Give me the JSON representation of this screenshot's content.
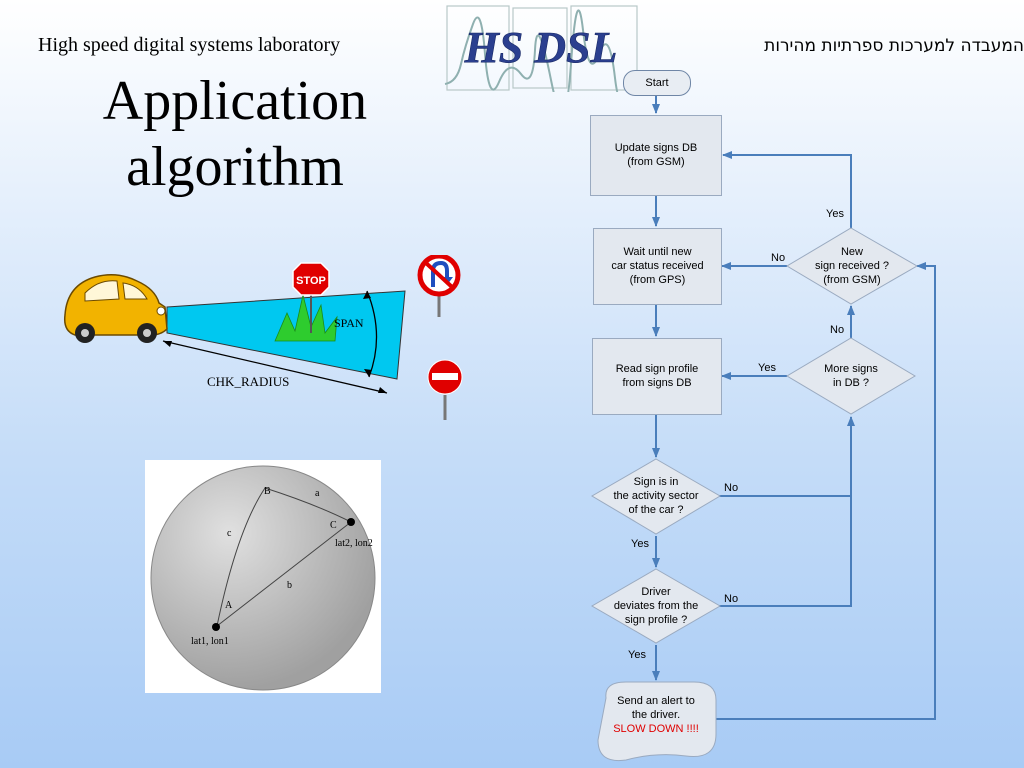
{
  "header": {
    "lab_name_en": "High speed digital systems laboratory",
    "lab_name_he": "המעבדה למערכות ספרתיות מהירות",
    "logo_text": "HS DSL"
  },
  "title": {
    "line1": "Application",
    "line2": "algorithm"
  },
  "scene": {
    "stop_sign": "STOP",
    "span_label": "SPAN",
    "radius_label": "CHK_RADIUS"
  },
  "sphere": {
    "point_a": "A",
    "point_b": "B",
    "point_c": "C",
    "arc_a": "a",
    "arc_b": "b",
    "arc_c": "c",
    "coord_1": "lat1, lon1",
    "coord_2": "lat2, lon2"
  },
  "flowchart": {
    "start": "Start",
    "update": "Update signs DB\n(from GSM)",
    "wait": "Wait until new\ncar status  received\n(from GPS)",
    "new_sign": "New\nsign received ?\n(from GSM)",
    "read": "Read sign profile\nfrom signs DB",
    "more_signs": "More signs\nin DB ?",
    "sector": "Sign is in\nthe activity sector\nof the car ?",
    "deviates": "Driver\ndeviates from the\nsign profile ?",
    "alert_line1": "Send an alert to",
    "alert_line2": "the driver.",
    "alert_line3": "SLOW DOWN !!!!",
    "edges": {
      "yes_new_update": "Yes",
      "no_new_wait": "No",
      "no_more_new": "No",
      "yes_more_read": "Yes",
      "no_sector": "No",
      "yes_sector": "Yes",
      "no_deviates": "No",
      "yes_deviates": "Yes"
    }
  },
  "colors": {
    "arrow": "#4a7ebb",
    "node_fill": "#e3e8ef",
    "beam": "#00c8f0",
    "alert": "#e00000"
  }
}
